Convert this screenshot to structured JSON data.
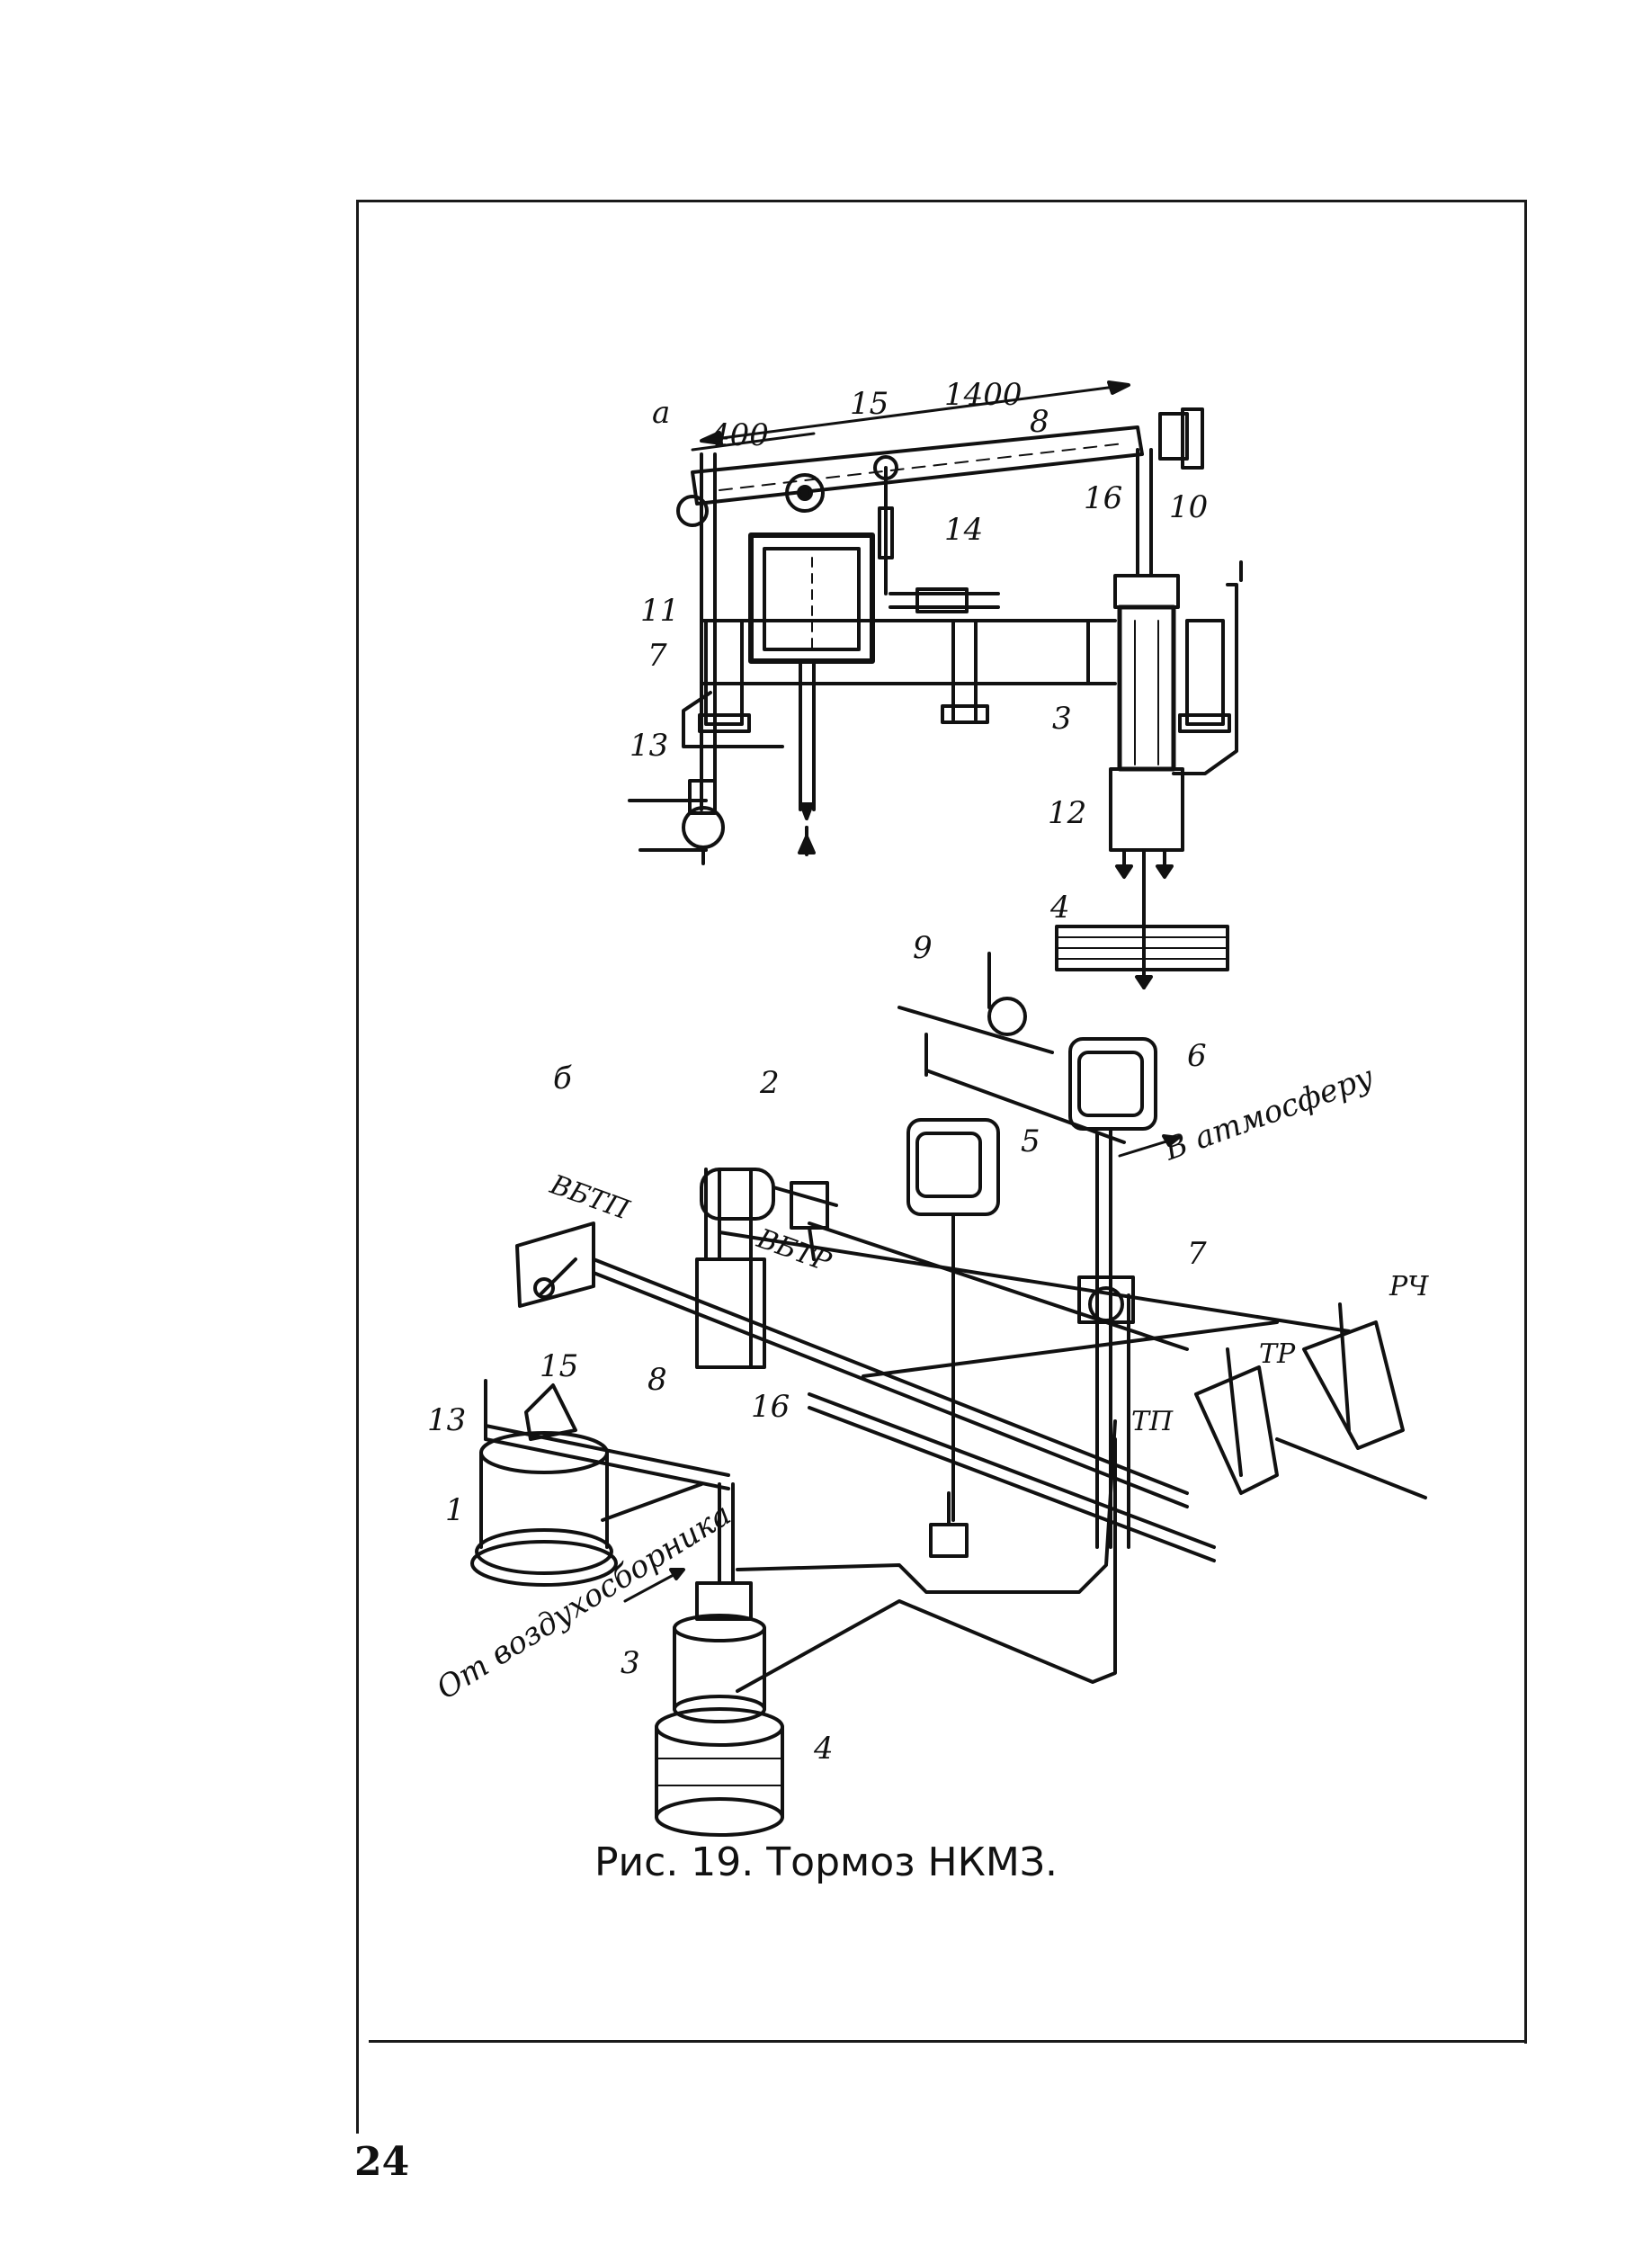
{
  "figure": {
    "caption": "Рис. 19. Тормоз НКМЗ.",
    "panel_a_letter": "а",
    "panel_b_letter": "б",
    "dimensions": {
      "d_1400": "1400",
      "d_400": "400"
    },
    "labels_a": {
      "l15": "15",
      "l8": "8",
      "l16": "16",
      "l10": "10",
      "l14": "14",
      "l11": "11",
      "l7": "7",
      "l3": "3",
      "l13": "13",
      "l12": "12",
      "l4": "4",
      "l9": "9"
    },
    "labels_b": {
      "l2": "2",
      "l6": "6",
      "l5": "5",
      "l7": "7",
      "l15": "15",
      "l8": "8",
      "l16": "16",
      "l13": "13",
      "l1": "1",
      "l3": "3",
      "l4": "4",
      "vbtp": "ВБТП",
      "vbtr": "ВБТР",
      "rch": "РЧ",
      "tr": "ТР",
      "tp": "ТП",
      "to_atmosphere": "В атмосферу",
      "from_collector": "От воздухосборника"
    }
  },
  "page_number": "24"
}
